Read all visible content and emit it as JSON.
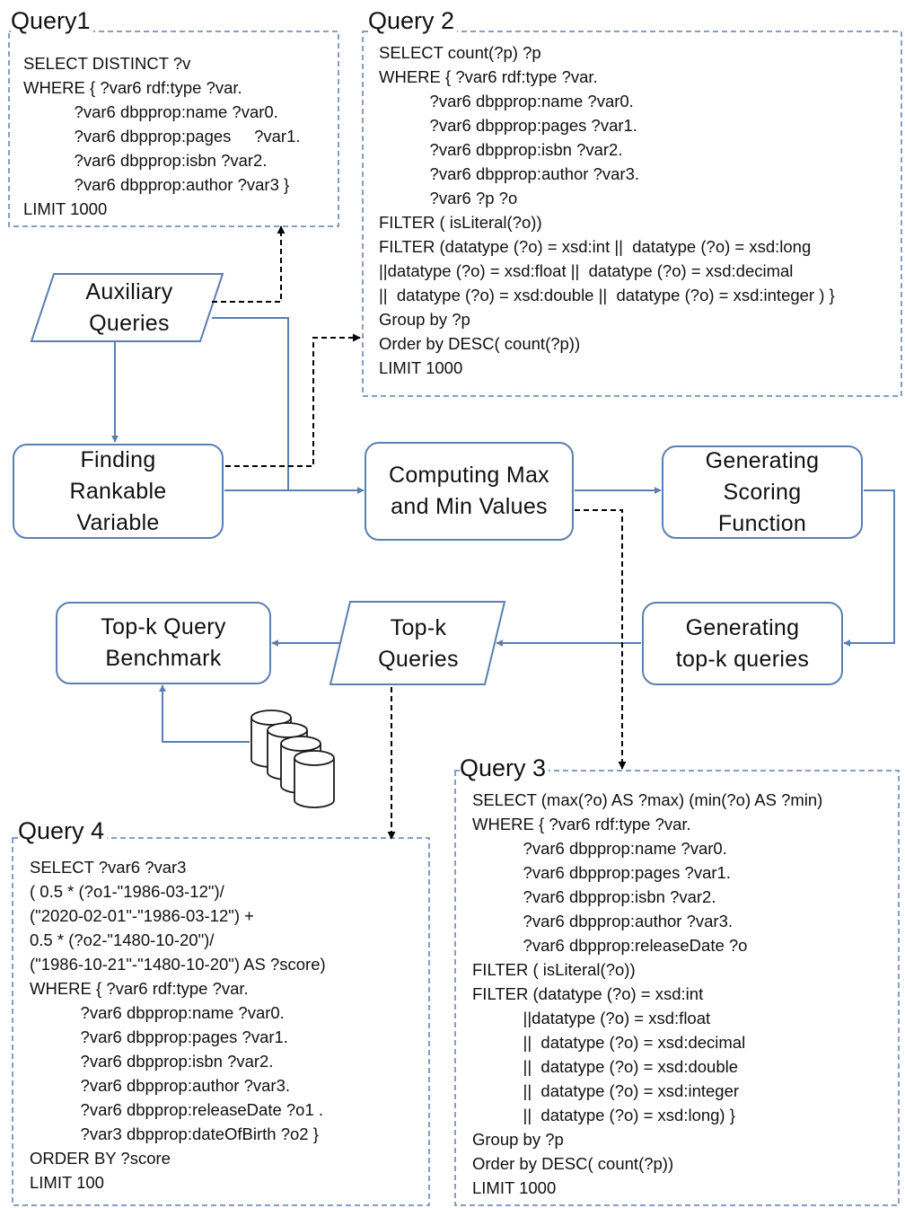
{
  "colors": {
    "node_border": "#5b7fb0",
    "solid_arrow": "#5b7fb0",
    "dashed_arrow": "#000000",
    "query_box_border": "#5b7fb0",
    "text": "#111111"
  },
  "query1": {
    "title": "Query1",
    "code": "SELECT DISTINCT ?v\nWHERE { ?var6 rdf:type ?var.\n           ?var6 dbpprop:name ?var0.\n           ?var6 dbpprop:pages     ?var1.\n           ?var6 dbpprop:isbn ?var2.\n           ?var6 dbpprop:author ?var3 }\nLIMIT 1000"
  },
  "query2": {
    "title": "Query 2",
    "code": "SELECT count(?p) ?p\nWHERE { ?var6 rdf:type ?var.\n           ?var6 dbpprop:name ?var0.\n           ?var6 dbpprop:pages ?var1.\n           ?var6 dbpprop:isbn ?var2.\n           ?var6 dbpprop:author ?var3.\n           ?var6 ?p ?o\nFILTER ( isLiteral(?o))\nFILTER (datatype (?o) = xsd:int ||  datatype (?o) = xsd:long\n||datatype (?o) = xsd:float ||  datatype (?o) = xsd:decimal\n||  datatype (?o) = xsd:double ||  datatype (?o) = xsd:integer ) }\nGroup by ?p\nOrder by DESC( count(?p))\nLIMIT 1000"
  },
  "query3": {
    "title": "Query 3",
    "code": "SELECT (max(?o) AS ?max) (min(?o) AS ?min)\nWHERE { ?var6 rdf:type ?var.\n           ?var6 dbpprop:name ?var0.\n           ?var6 dbpprop:pages ?var1.\n           ?var6 dbpprop:isbn ?var2.\n           ?var6 dbpprop:author ?var3.\n           ?var6 dbpprop:releaseDate ?o\nFILTER ( isLiteral(?o))\nFILTER (datatype (?o) = xsd:int\n           ||datatype (?o) = xsd:float\n           ||  datatype (?o) = xsd:decimal\n           ||  datatype (?o) = xsd:double\n           ||  datatype (?o) = xsd:integer\n           ||  datatype (?o) = xsd:long) }\nGroup by ?p\nOrder by DESC( count(?p))\nLIMIT 1000"
  },
  "query4": {
    "title": "Query 4",
    "code": "SELECT ?var6 ?var3\n( 0.5 * (?o1-\"1986-03-12\")/\n(\"2020-02-01\"-\"1986-03-12\") +\n0.5 * (?o2-\"1480-10-20\")/\n(\"1986-10-21\"-\"1480-10-20\") AS ?score)\nWHERE { ?var6 rdf:type ?var.\n           ?var6 dbpprop:name ?var0.\n           ?var6 dbpprop:pages ?var1.\n           ?var6 dbpprop:isbn ?var2.\n           ?var6 dbpprop:author ?var3.\n           ?var6 dbpprop:releaseDate ?o1 .\n           ?var3 dbpprop:dateOfBirth ?o2 }\nORDER BY ?score\nLIMIT 100"
  },
  "nodes": {
    "auxiliary_queries": "Auxiliary\nQueries",
    "finding_rankable_variable": "Finding\nRankable\nVariable",
    "computing_max_min": "Computing Max\nand Min Values",
    "generating_scoring_function": "Generating\nScoring\nFunction",
    "generating_topk_queries": "Generating\ntop-k queries",
    "topk_queries": "Top-k\nQueries",
    "topk_query_benchmark": "Top-k Query\nBenchmark"
  },
  "database_icon": "database-stack-icon"
}
